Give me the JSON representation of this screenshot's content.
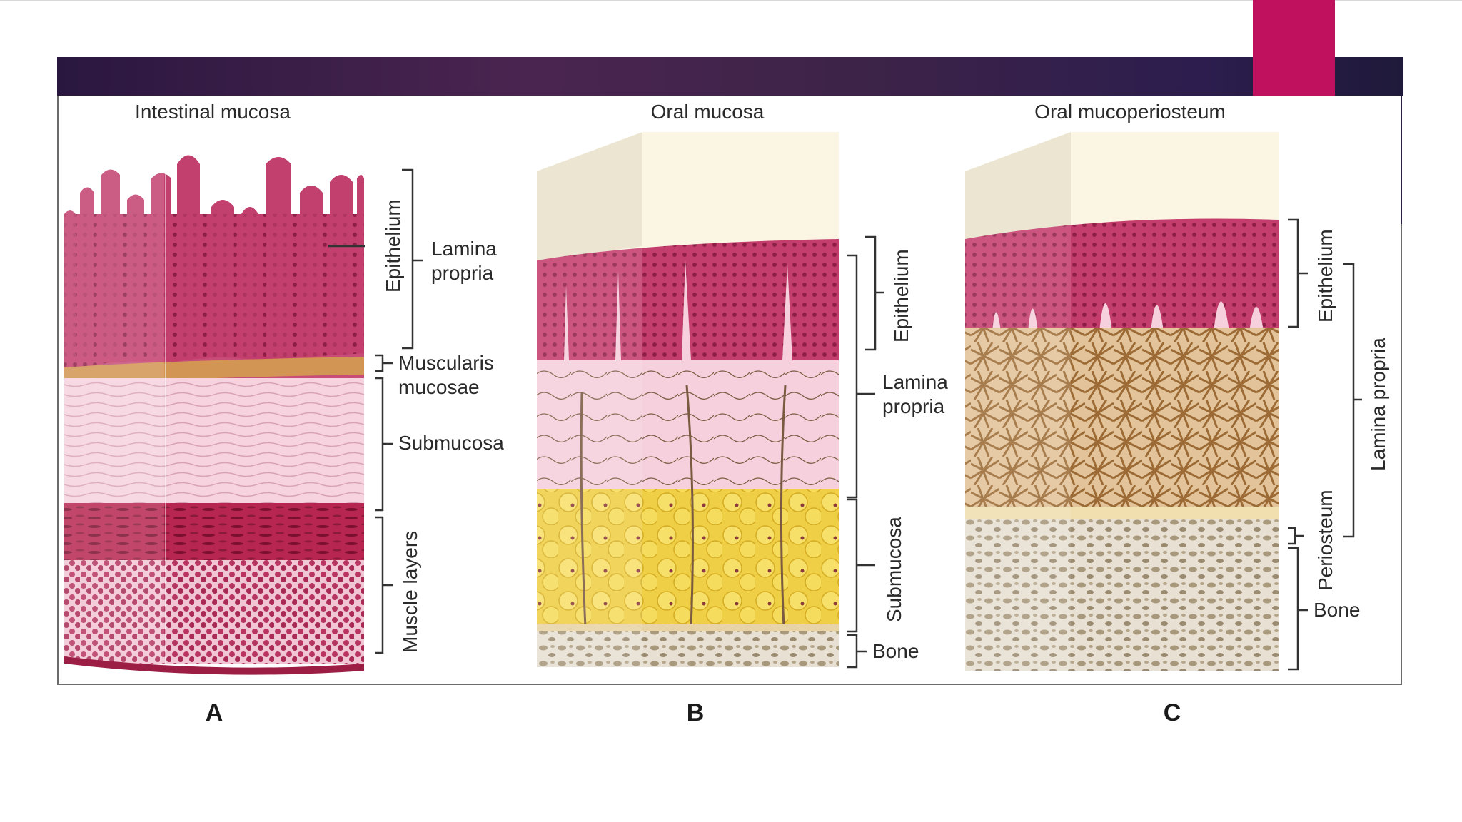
{
  "panels": [
    {
      "title": "Intestinal mucosa",
      "letter": "A",
      "labels": {
        "epithelium": "Epithelium",
        "lamina_line1": "Lamina",
        "lamina_line2": "propria",
        "musc_line1": "Muscularis",
        "musc_line2": "mucosae",
        "submucosa": "Submucosa",
        "muscle": "Muscle layers"
      }
    },
    {
      "title": "Oral mucosa",
      "letter": "B",
      "labels": {
        "epithelium": "Epithelium",
        "lamina_line1": "Lamina",
        "lamina_line2": "propria",
        "submucosa": "Submucosa",
        "bone": "Bone"
      }
    },
    {
      "title": "Oral mucoperiosteum",
      "letter": "C",
      "labels": {
        "epithelium": "Epithelium",
        "lamina": "Lamina propria",
        "periosteum": "Periosteum",
        "bone": "Bone"
      }
    }
  ],
  "colors": {
    "accent": "#c0115e",
    "banner": "#3a1f4a",
    "epithelium": "#c2406e",
    "lamina": "#f6c9d8",
    "fat": "#f2d338",
    "bone": "#cdbfa7",
    "collagen": "#b3864d"
  }
}
